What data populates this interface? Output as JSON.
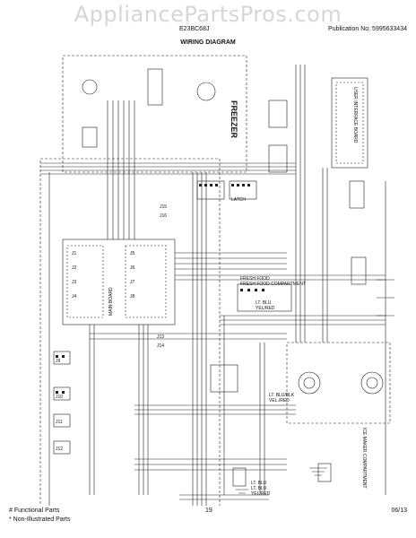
{
  "header": {
    "watermark": "AppliancePartsPros.com",
    "model": "E23BC68J",
    "publication": "Publication No:  5995633434",
    "title": "WIRING DIAGRAM"
  },
  "diagram": {
    "freezer_label": "FREEZER",
    "labels": {
      "user_interface_board": "USER INTERFACE BOARD",
      "main_board": "MAIN BOARD",
      "fresh_food": "FRESH FOOD",
      "fresh_food_compartment": "FRESH FOOD COMPARTMENT",
      "ice_maker_label": "ICE MAKER COMPARTMENT",
      "latch": "LATCH",
      "wire_lt_blu": "LT. BLU",
      "wire_yel_red": "YEL/RED",
      "wire_lt_blu_2": "LT. BLU/BLK",
      "wire_vel_red": "VEL./RED",
      "lt_blu_a": "LT. BLU",
      "lt_blu_b": "LT. BLU",
      "yel_red_bottom": "YEL/RED",
      "j1": "J1",
      "j2": "J2",
      "j3": "J3",
      "j4": "J4",
      "j5": "J5",
      "j6": "J6",
      "j7": "J7",
      "j8": "J8",
      "j9": "J9",
      "j10": "J10",
      "j11": "J11",
      "j12": "J12",
      "j13": "J13",
      "j14": "J14",
      "j15": "J15",
      "j16": "J16"
    }
  },
  "footer": {
    "functional": "# Functional Parts",
    "non_illustrated": "* Non-Illustrated Parts",
    "page": "19",
    "date": "06/13"
  }
}
